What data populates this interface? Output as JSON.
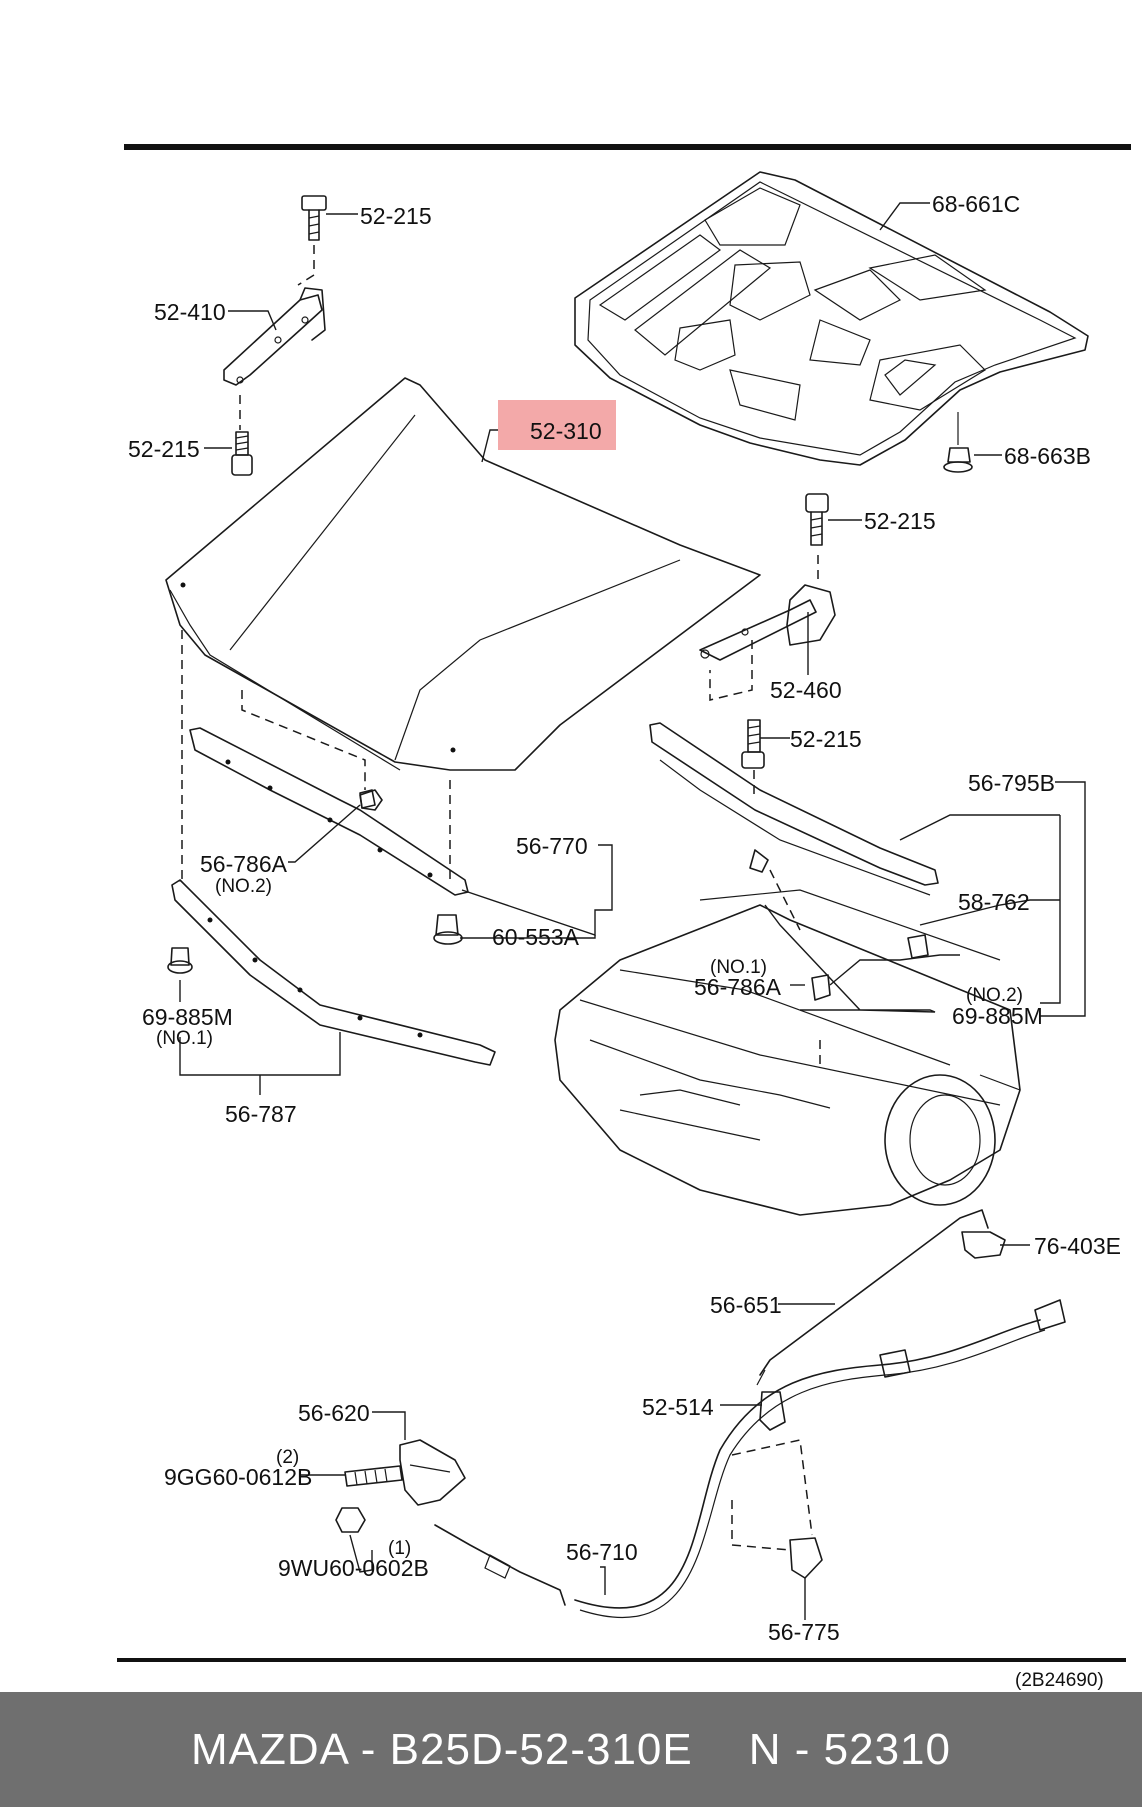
{
  "labels": {
    "l_52215_a": "52-215",
    "l_52410": "52-410",
    "l_52215_b": "52-215",
    "l_68661c": "68-661C",
    "l_52310": "52-310",
    "l_68663b": "68-663B",
    "l_52215_c": "52-215",
    "l_52460": "52-460",
    "l_52215_d": "52-215",
    "l_56795b": "56-795B",
    "l_56786a_a": "56-786A",
    "l_no2_a": "(NO.2)",
    "l_56770": "56-770",
    "l_58762": "58-762",
    "l_60553a": "60-553A",
    "l_no1_a": "(NO.1)",
    "l_56786a_b": "56-786A",
    "l_no2_b": "(NO.2)",
    "l_69885m_a": "69-885M",
    "l_69885m_b": "69-885M",
    "l_no1_b": "(NO.1)",
    "l_56787": "56-787",
    "l_76403e": "76-403E",
    "l_56651": "56-651",
    "l_52514": "52-514",
    "l_56620": "56-620",
    "l_q2": "(2)",
    "l_9gg": "9GG60-0612B",
    "l_q1": "(1)",
    "l_9wu": "9WU60-0602B",
    "l_56710": "56-710",
    "l_56775": "56-775",
    "l_code": "(2B24690)"
  },
  "highlight_color": "#f2a0a0",
  "footer": {
    "part_text": "MAZDA - B25D-52-310E",
    "number_text": "N - 52310"
  }
}
